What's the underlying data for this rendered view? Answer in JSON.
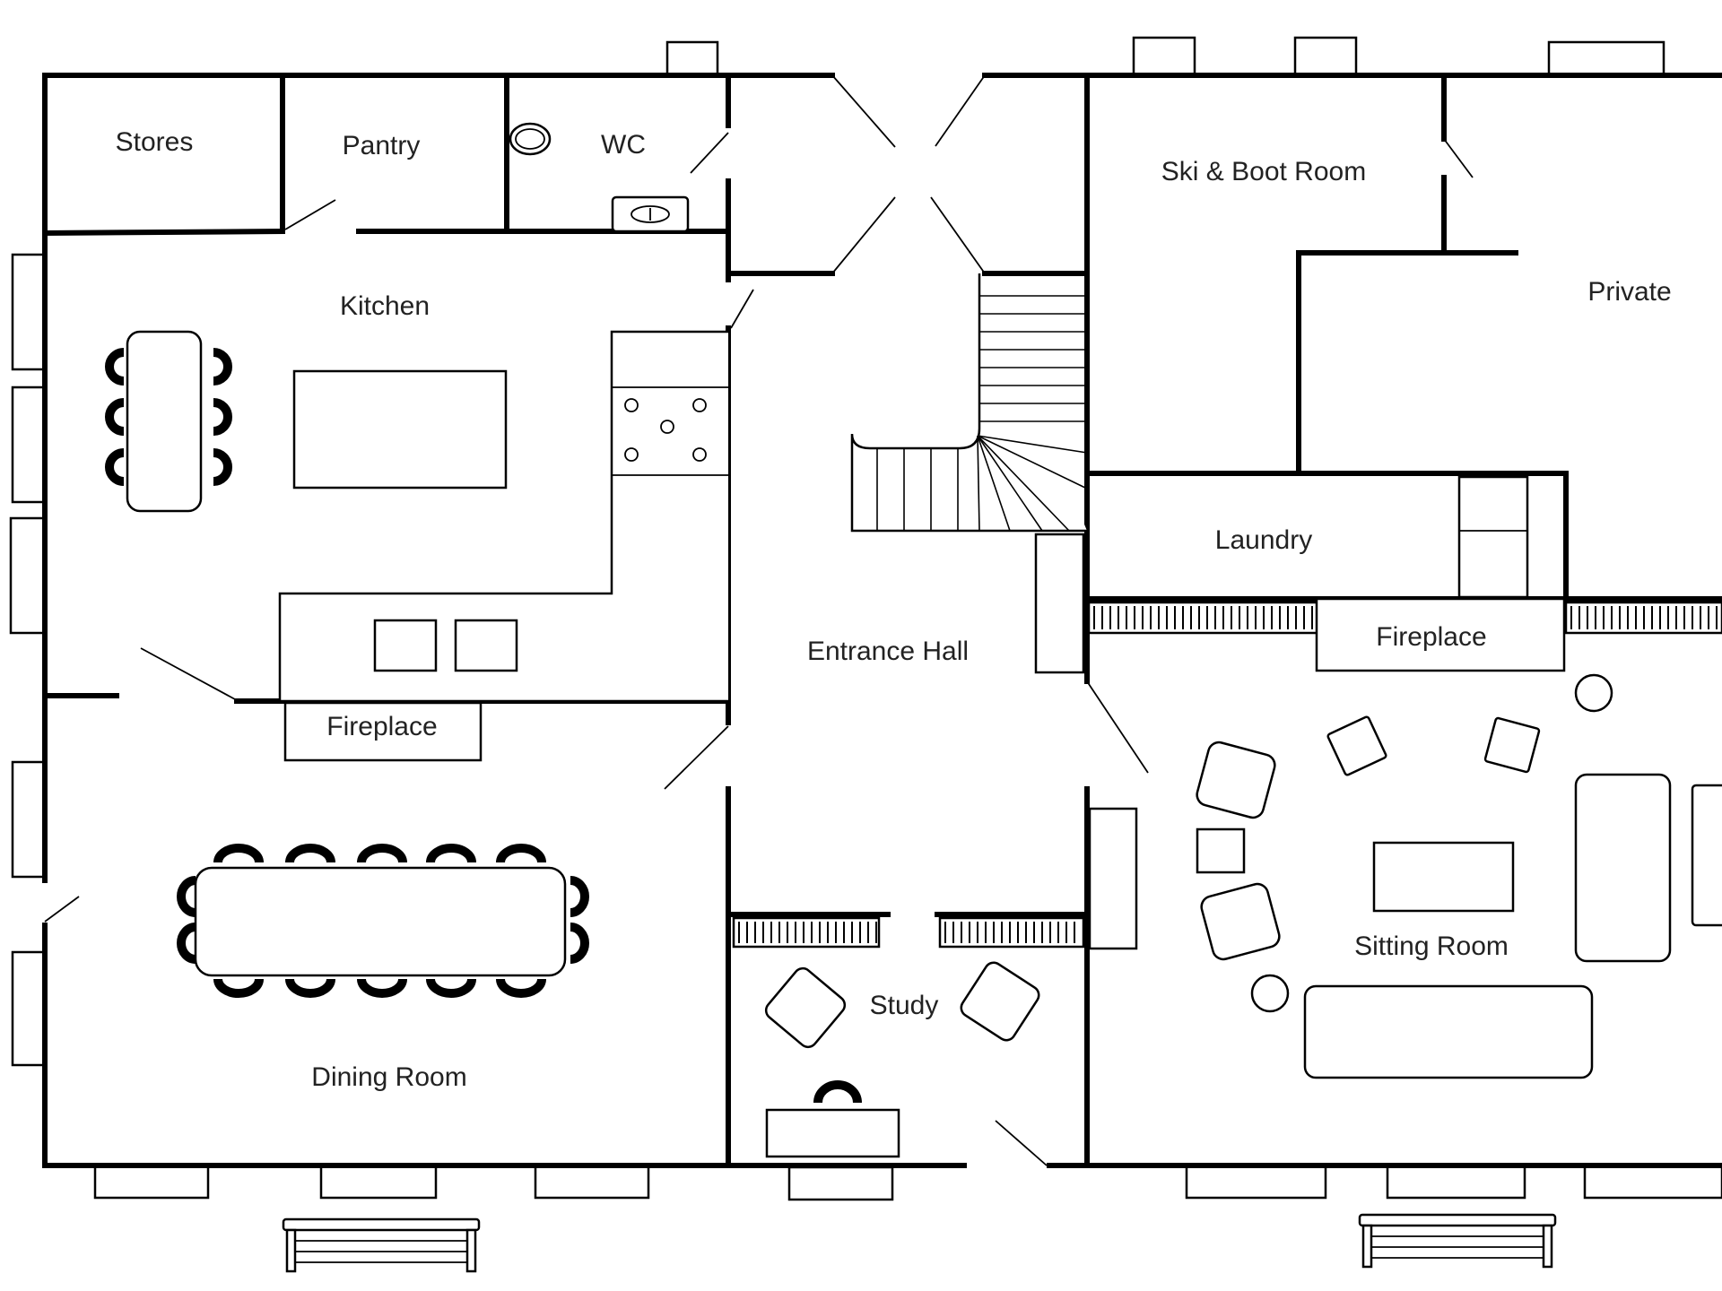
{
  "plan": {
    "colors": {
      "wall": "#000000",
      "background": "#ffffff",
      "label": "#222222"
    },
    "rooms": {
      "stores": "Stores",
      "pantry": "Pantry",
      "wc": "WC",
      "kitchen": "Kitchen",
      "kitchen_fireplace": "Fireplace",
      "dining_room": "Dining Room",
      "entrance_hall": "Entrance Hall",
      "study": "Study",
      "ski_boot_room": "Ski & Boot Room",
      "private": "Private",
      "laundry": "Laundry",
      "sitting_fireplace": "Fireplace",
      "sitting_room": "Sitting Room"
    }
  }
}
